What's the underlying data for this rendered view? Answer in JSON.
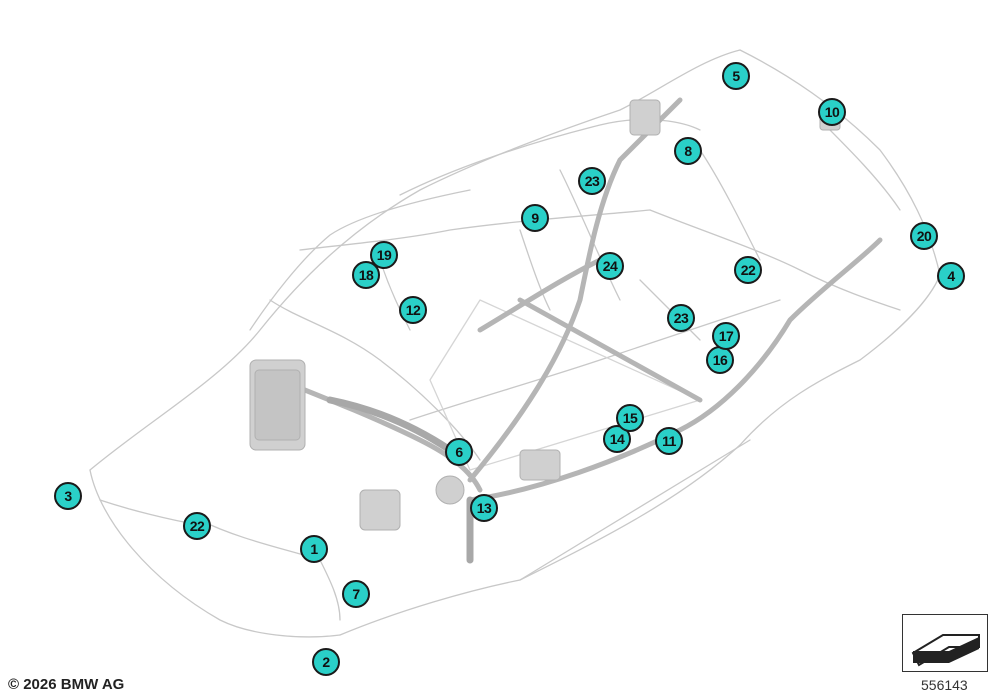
{
  "copyright": "© 2026 BMW AG",
  "diagram_number": "556143",
  "orientation_icon": "vehicle-orientation-icon",
  "callouts": [
    {
      "id": "c1",
      "label": "1"
    },
    {
      "id": "c2",
      "label": "2"
    },
    {
      "id": "c3",
      "label": "3"
    },
    {
      "id": "c4",
      "label": "4"
    },
    {
      "id": "c5",
      "label": "5"
    },
    {
      "id": "c6",
      "label": "6"
    },
    {
      "id": "c7",
      "label": "7"
    },
    {
      "id": "c8",
      "label": "8"
    },
    {
      "id": "c9",
      "label": "9"
    },
    {
      "id": "c10",
      "label": "10"
    },
    {
      "id": "c11",
      "label": "11"
    },
    {
      "id": "c12",
      "label": "12"
    },
    {
      "id": "c13",
      "label": "13"
    },
    {
      "id": "c14",
      "label": "14"
    },
    {
      "id": "c15",
      "label": "15"
    },
    {
      "id": "c16",
      "label": "16"
    },
    {
      "id": "c17",
      "label": "17"
    },
    {
      "id": "c18",
      "label": "18"
    },
    {
      "id": "c19",
      "label": "19"
    },
    {
      "id": "c20",
      "label": "20"
    },
    {
      "id": "c22a",
      "label": "22"
    },
    {
      "id": "c22b",
      "label": "22"
    },
    {
      "id": "c23a",
      "label": "23"
    },
    {
      "id": "c23b",
      "label": "23"
    },
    {
      "id": "c24",
      "label": "24"
    }
  ]
}
